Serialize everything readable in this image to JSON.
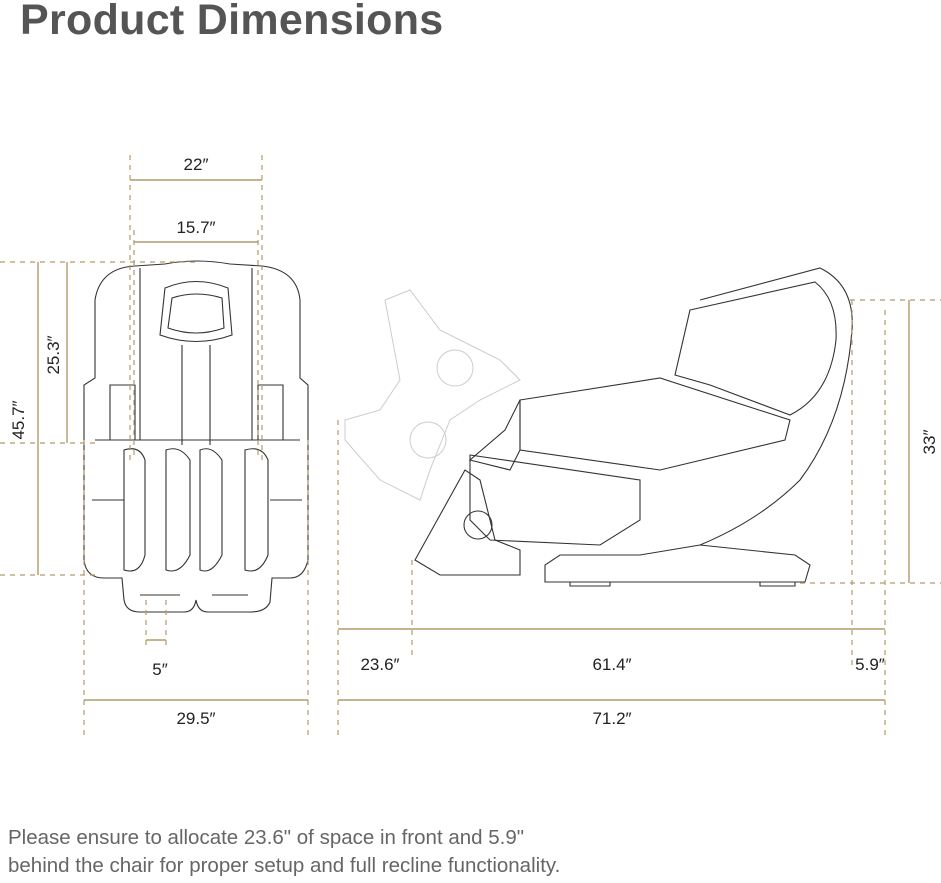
{
  "title": "Product Dimensions",
  "caption": {
    "line1": "Please ensure to allocate 23.6\" of space in front and 5.9\"",
    "line2": "behind the chair for proper setup and full recline functionality."
  },
  "front_view": {
    "overall_width": "22″",
    "seat_width": "15.7″",
    "total_height": "45.7″",
    "backrest_height": "25.3″",
    "leg_gap": "5″",
    "base_width": "29.5″"
  },
  "side_view": {
    "height": "33″",
    "front_clearance": "23.6″",
    "reclined_length": "61.4″",
    "rear_clearance": "5.9″",
    "total_length": "71.2″"
  },
  "colors": {
    "dimension_line": "#b39a6a",
    "title": "#555555",
    "caption": "#666666"
  }
}
